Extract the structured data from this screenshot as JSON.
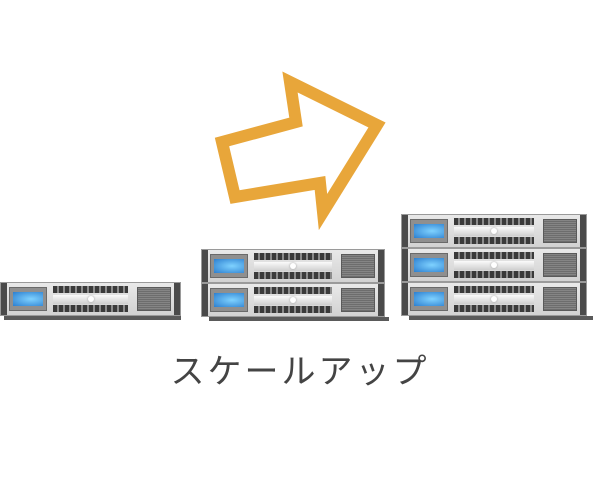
{
  "diagram": {
    "caption": "スケールアップ",
    "arrow": {
      "direction": "up-right",
      "color": "#E8A63A",
      "meaning": "scale-up"
    },
    "server_groups": [
      {
        "label": "1-unit server",
        "units": 1
      },
      {
        "label": "2-unit server stack",
        "units": 2
      },
      {
        "label": "3-unit server stack",
        "units": 3
      }
    ],
    "colors": {
      "text": "#444444",
      "screen": "#4aa8f0",
      "chassis": "#dcdcdc"
    }
  }
}
